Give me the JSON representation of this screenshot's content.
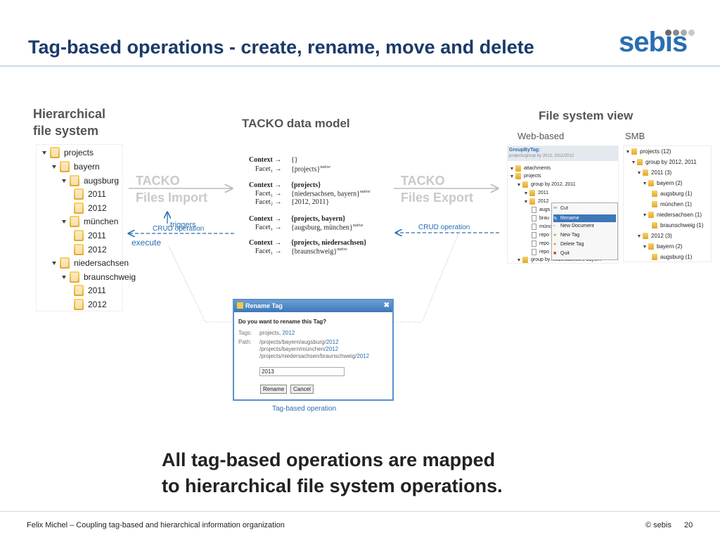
{
  "slide": {
    "title": "Tag-based operations - create, rename, move and delete",
    "logo_text": "sebis",
    "colors": {
      "title": "#1a3a6a",
      "accent_blue": "#2a6db3",
      "rule": "#c9dbe9"
    }
  },
  "hfs": {
    "heading_line1": "Hierarchical",
    "heading_line2": "file system",
    "items": [
      "projects",
      "bayern",
      "augsburg",
      "2011",
      "2012",
      "münchen",
      "2011",
      "2012",
      "niedersachsen",
      "braunschweig",
      "2011",
      "2012"
    ]
  },
  "model": {
    "heading": "TACKO data model",
    "ctx": "Context →",
    "facet1": "Facet₁ →",
    "facet2": "Facet₂ →",
    "native": "native",
    "b1_ctx_val": "{}",
    "b1_f1_val": "{projects}",
    "b2_ctx_val": "{projects}",
    "b2_f1_val": "{niedersachsen, bayern}",
    "b2_f2_val": "{2012, 2011}",
    "b3_ctx_val": "{projects, bayern}",
    "b3_f1_val": "{augsburg, münchen}",
    "b4_ctx_val": "{projects, niedersachsen}",
    "b4_f1_val": "{braunschweig}"
  },
  "import": {
    "line1": "TACKO",
    "line2": "Files Import"
  },
  "export": {
    "line1": "TACKO",
    "line2": "Files Export"
  },
  "labels": {
    "triggers": "triggers",
    "crud_left": "CRUD operation",
    "execute": "execute",
    "crud_right": "CRUD operation",
    "tag_op": "Tag-based operation"
  },
  "fsview": {
    "heading": "File system view",
    "web_label": "Web-based",
    "smb_label": "SMB",
    "web": {
      "header1": "GroupByTag:",
      "header2": "projects/group by 2012, 2011/2012",
      "attachments": "attachments",
      "projects": "projects",
      "group": "group by 2012, 2011",
      "y2011": "2011",
      "y2012": "2012",
      "f1": "augs",
      "f2": "brau",
      "f3": "münc",
      "f4": "repo",
      "f5": "repo",
      "f6": "repo",
      "group2": "group by niedersachsen, bayern"
    },
    "menu": [
      "Cut",
      "Rename",
      "New Document",
      "New Tag",
      "Delete Tag",
      "Quit"
    ],
    "smb": [
      "projects (12)",
      "group by 2012, 2011",
      "2011 (3)",
      "bayern (2)",
      "augsburg (1)",
      "münchen (1)",
      "niedersachsen (1)",
      "braunschweig (1)",
      "2012 (3)",
      "bayern (2)",
      "augsburg (1)"
    ]
  },
  "dialog": {
    "title": "Rename Tag",
    "close": "✖",
    "question": "Do you want to rename this Tag?",
    "tags_label": "Tags:",
    "tags_value": "projects,",
    "tags_highlight": "2012",
    "path_label": "Path:",
    "paths": [
      {
        "prefix": "/projects/bayern/augsburg/",
        "tag": "2012"
      },
      {
        "prefix": "/projects/bayern/münchen/",
        "tag": "2012"
      },
      {
        "prefix": "/projects/niedersachsen/braunschweig/",
        "tag": "2012"
      }
    ],
    "input_value": "2013",
    "rename_btn": "Rename",
    "cancel_btn": "Cancel"
  },
  "summary": {
    "line1": "All tag-based operations are mapped",
    "line2": "to hierarchical file system operations."
  },
  "footer": {
    "left": "Felix Michel – Coupling tag-based and hierarchical information organization",
    "copyright": "© sebis",
    "page": "20"
  }
}
